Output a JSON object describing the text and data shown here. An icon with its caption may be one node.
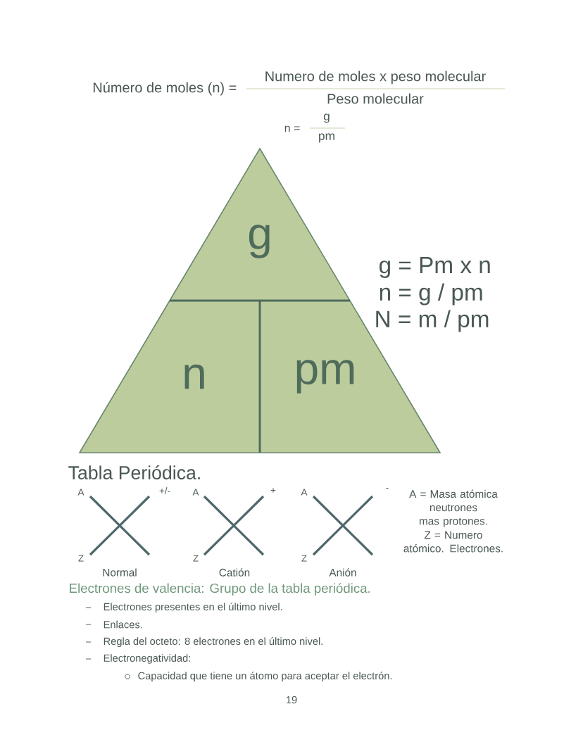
{
  "diagram": {
    "nodes": [
      {
        "text": [
          "g"
        ]
      },
      {
        "text": [
          "n"
        ]
      },
      {
        "text": [
          "pm"
        ]
      }
    ],
    "labels": [
      "Número de moles (n) =",
      "Numero de moles x  peso molecular",
      "Peso molecular",
      "n =",
      "g",
      "pm",
      "g = Pm x n",
      "n = g / pm",
      "N = m / pm",
      "Tabla Periódica.",
      "A",
      "+/-",
      "A",
      "+",
      "A",
      "-",
      "A = Masa atómica neutrones mas protones.",
      "Z = Numero atómico. Electrones.",
      "Z",
      "Normal",
      "Z",
      "Catión",
      "Z",
      "Anión",
      "Electrones de valencia: Grupo de la tabla periódica.",
      "Electrones presentes en el último nivel.",
      "Enlaces.",
      "Regla del octeto: 8 electrones en el último nivel.",
      "Electronegatividad:",
      "Capacidad que tiene un átomo para aceptar el electrón.",
      "19"
    ]
  }
}
